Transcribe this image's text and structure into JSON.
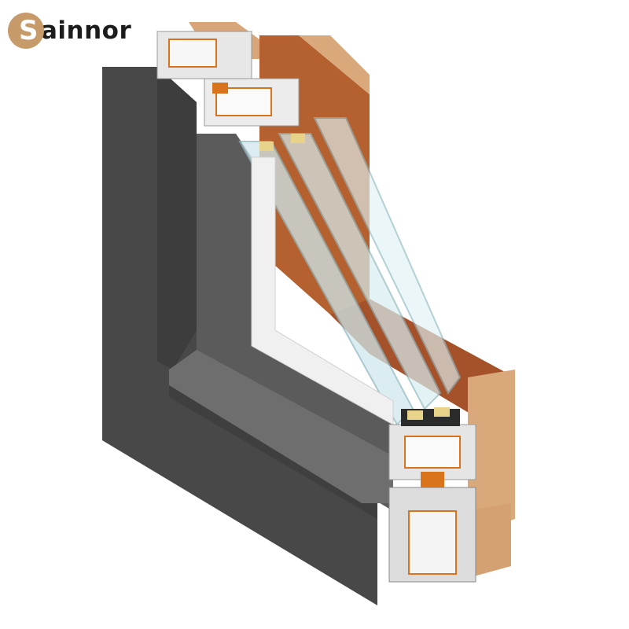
{
  "logo": {
    "initial": "S",
    "rest": "ainnor",
    "brand_color": "#c79a6a",
    "text_color": "#1c1c1c"
  },
  "image": {
    "subject": "window-frame-cross-section",
    "description": "Cutaway of an aluminium-clad wood/uPVC window corner with triple glazing",
    "colors": {
      "frame_dark": "#4a4a4a",
      "frame_mid": "#5d5d5d",
      "wood_light": "#d9a97c",
      "wood_dark": "#a5512a",
      "glass": "#bfe0e6",
      "profile_white": "#f2f2f2",
      "thermal_break": "#d9731c",
      "spacer_yellow": "#e8d38a"
    }
  }
}
